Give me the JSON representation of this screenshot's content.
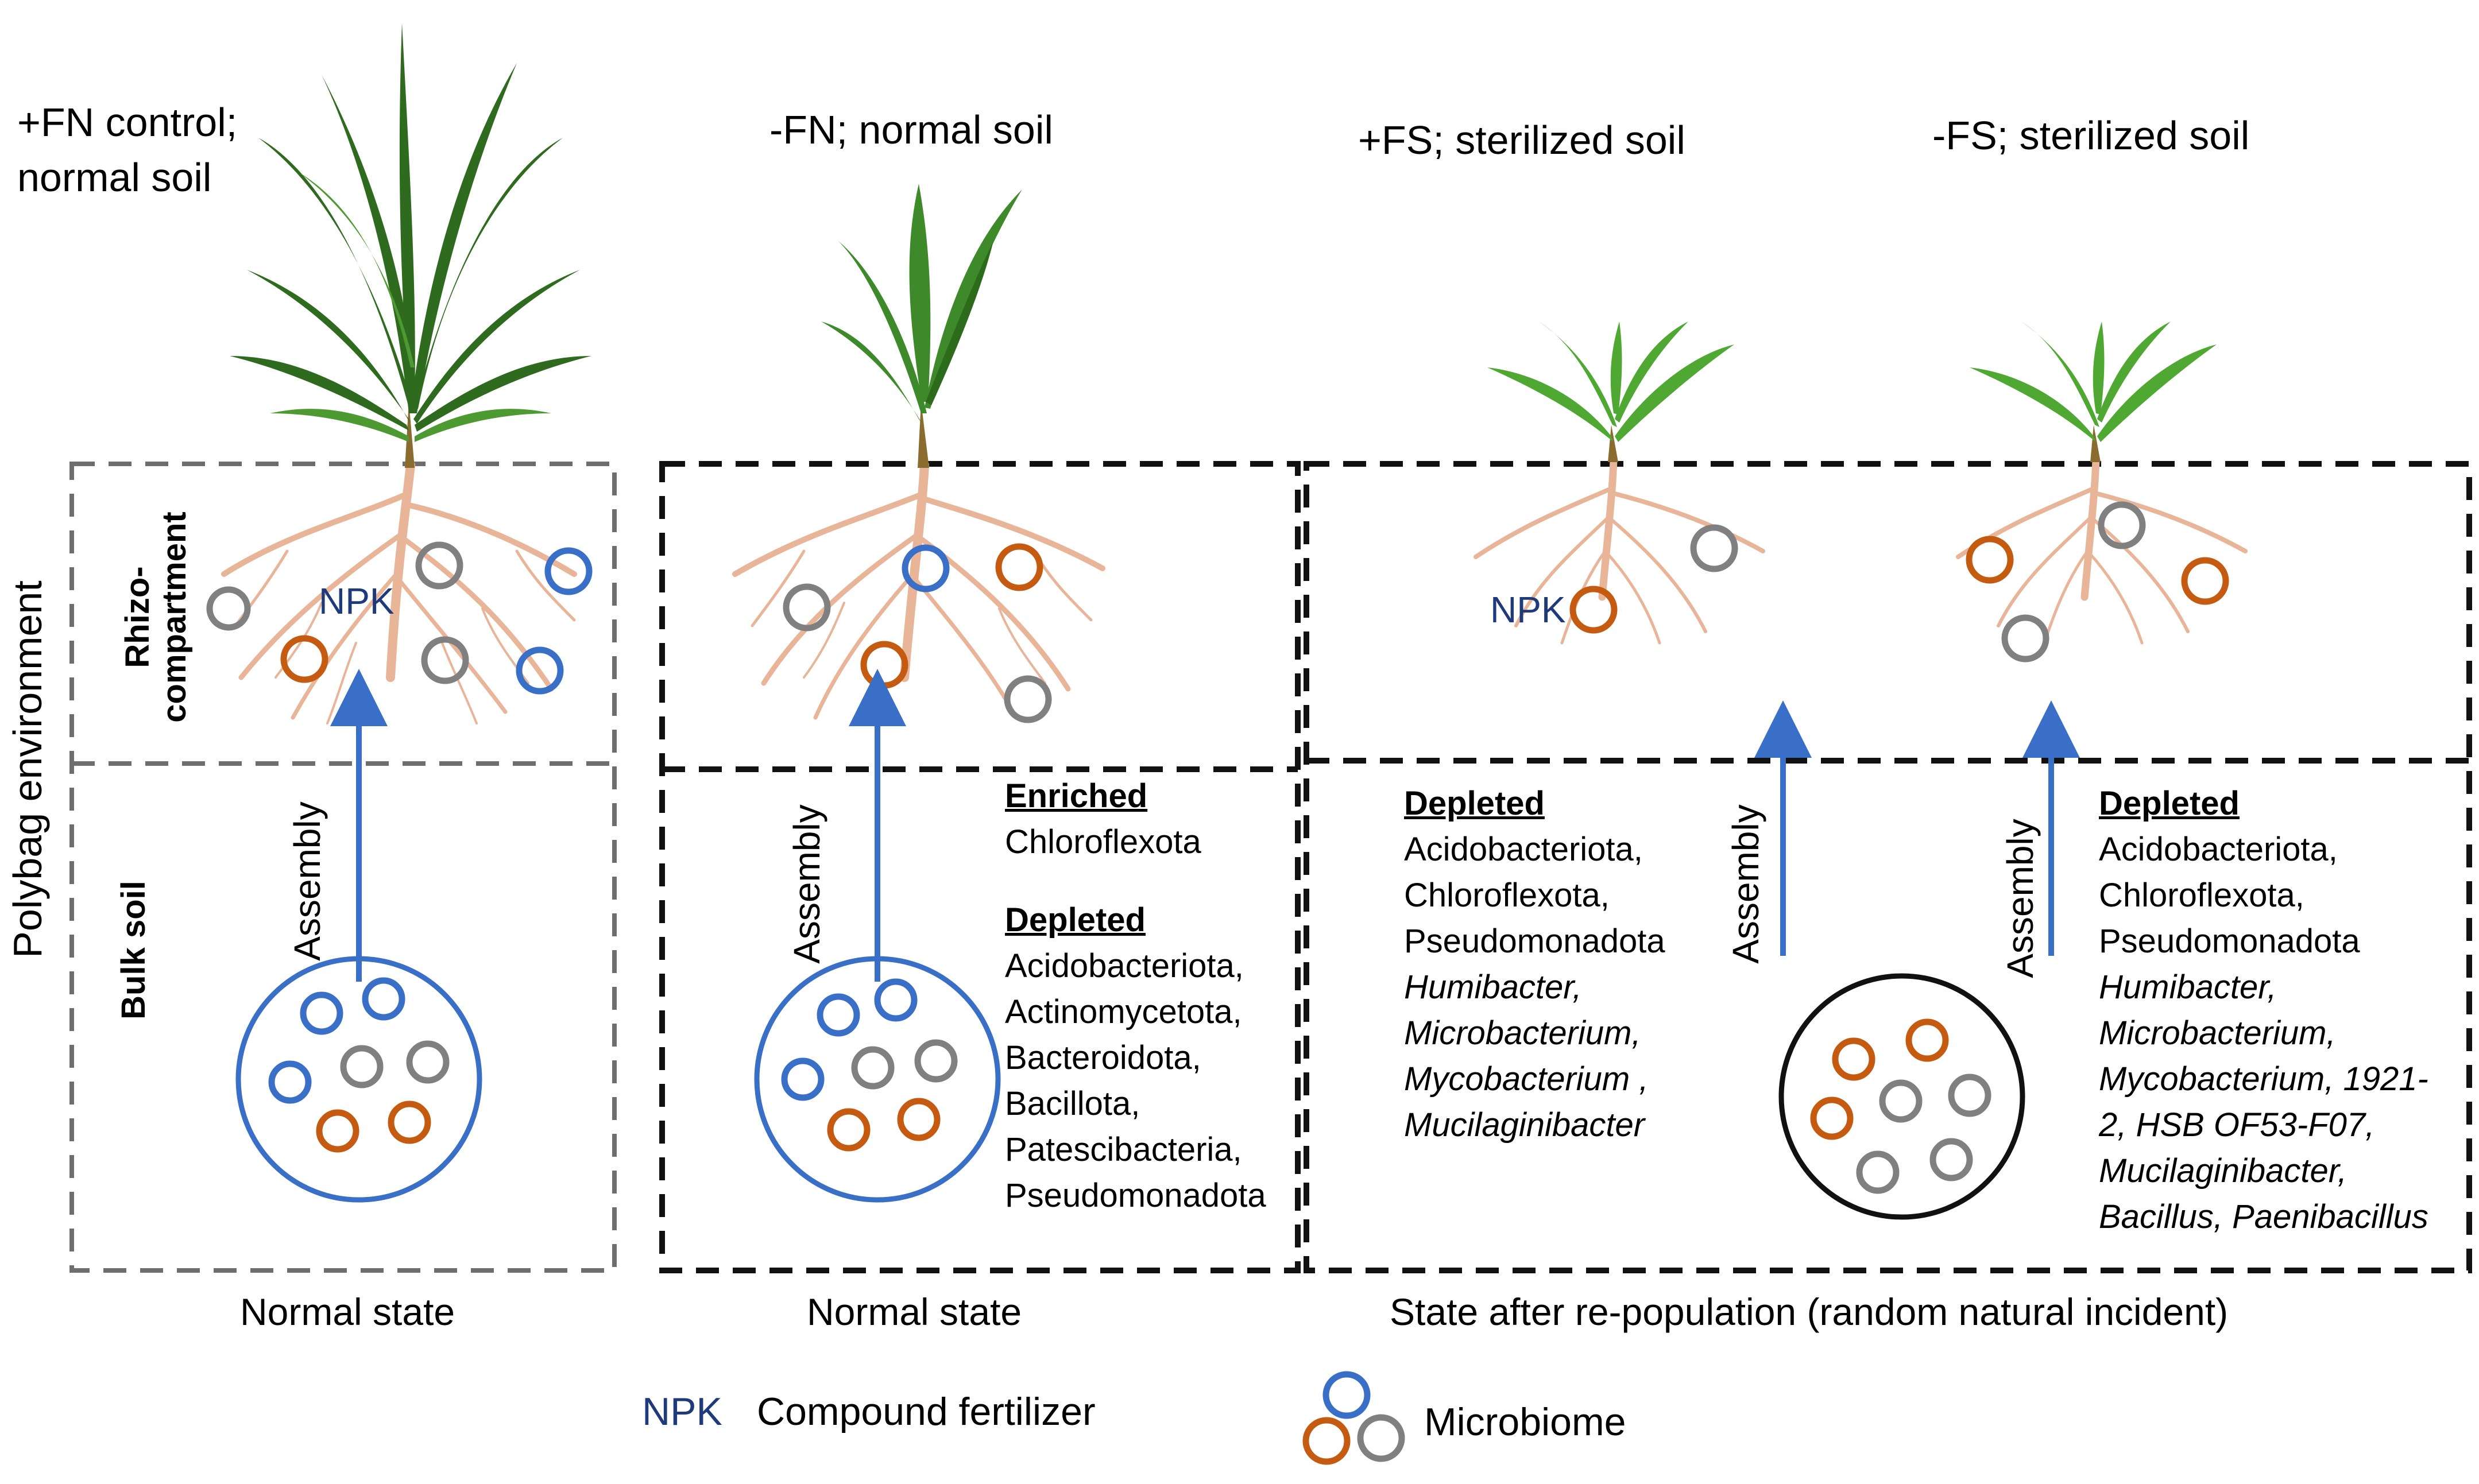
{
  "conditions": [
    {
      "line1": "+FN control;",
      "line2": "normal soil"
    },
    {
      "line1": "-FN; normal soil"
    },
    {
      "line1": "+FS; sterilized soil"
    },
    {
      "line1": "-FS; sterilized soil"
    }
  ],
  "side_label": "Polybag environment",
  "compartments": {
    "rhizo_line1": "Rhizo-",
    "rhizo_line2": "compartment",
    "bulk": "Bulk soil"
  },
  "assembly": "Assembly",
  "npk": "NPK",
  "state_labels": [
    "Normal state",
    "Normal state",
    "State after re-population (random natural incident)"
  ],
  "panel2": {
    "enriched_title": "Enriched",
    "enriched": [
      "Chloroflexota"
    ],
    "depleted_title": "Depleted",
    "depleted": [
      "Acidobacteriota,",
      "Actinomycetota,",
      "Bacteroidota,",
      "Bacillota,",
      "Patescibacteria,",
      "Pseudomonadota"
    ]
  },
  "panel3": {
    "depleted_title": "Depleted",
    "phyla": [
      "Acidobacteriota,",
      "Chloroflexota,",
      "Pseudomonadota"
    ],
    "genera": [
      "Humibacter,",
      "Microbacterium,",
      "Mycobacterium ,",
      "Mucilaginibacter"
    ]
  },
  "panel4": {
    "depleted_title": "Depleted",
    "phyla": [
      "Acidobacteriota,",
      "Chloroflexota,",
      "Pseudomonadota"
    ],
    "genera": [
      "Humibacter,",
      "Microbacterium,",
      "Mycobacterium, 1921-",
      "2, HSB OF53-F07,",
      "Mucilaginibacter,",
      "Bacillus, Paenibacillus"
    ]
  },
  "legend": {
    "npk_key": "NPK",
    "npk_text": "Compound fertilizer",
    "microbiome_text": "Microbiome"
  },
  "colors": {
    "blue": "#3a6fc8",
    "orange": "#c55a11",
    "gray": "#808080",
    "root": "#e8b598",
    "leaf": "#3f8f2a",
    "npk_text": "#1f3a7a"
  }
}
